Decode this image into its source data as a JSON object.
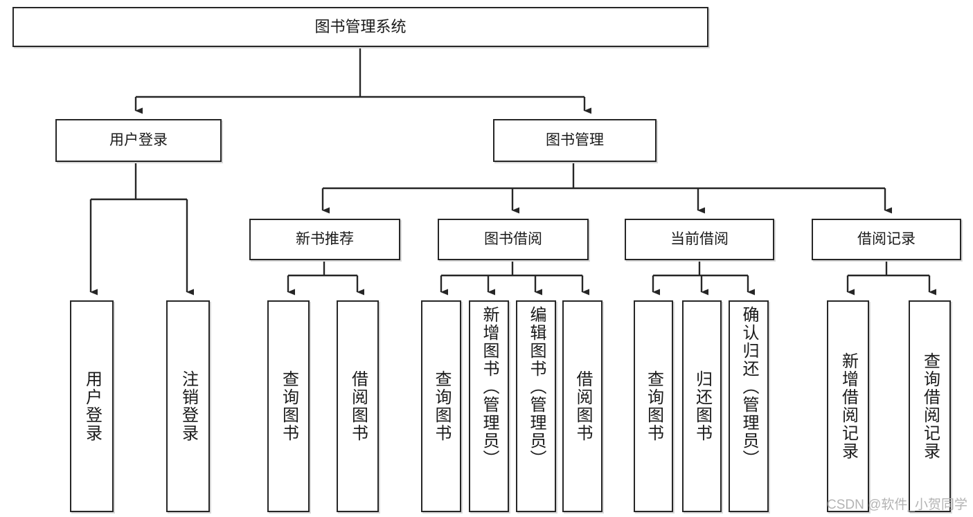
{
  "diagram": {
    "type": "tree-flowchart",
    "title": "图书管理系统",
    "orientation": "top-down",
    "colors": {
      "box_border": "#262626",
      "box_fill": "#ffffff",
      "box_shadow": "#d9d9d9",
      "connector": "#262626",
      "text": "#1a1a1a",
      "watermark": "#b3b3b3"
    },
    "nodes": {
      "root": {
        "label": "图书管理系统"
      },
      "level1": [
        {
          "id": "user-login",
          "label": "用户登录"
        },
        {
          "id": "book-manage",
          "label": "图书管理"
        }
      ],
      "level2": [
        {
          "id": "new-book-recommend",
          "label": "新书推荐"
        },
        {
          "id": "book-borrow",
          "label": "图书借阅"
        },
        {
          "id": "current-borrow",
          "label": "当前借阅"
        },
        {
          "id": "borrow-record",
          "label": "借阅记录"
        }
      ],
      "leaves": {
        "user_login": [
          {
            "id": "leaf-user-login",
            "label": "用户登录"
          },
          {
            "id": "leaf-logout-login",
            "label": "注销登录"
          }
        ],
        "new_book_recommend": [
          {
            "id": "leaf-query-book-1",
            "label": "查询图书"
          },
          {
            "id": "leaf-borrow-book-1",
            "label": "借阅图书"
          }
        ],
        "book_borrow": [
          {
            "id": "leaf-query-book-2",
            "label": "查询图书"
          },
          {
            "id": "leaf-add-book",
            "label": "新增图书（管理员）"
          },
          {
            "id": "leaf-edit-book",
            "label": "编辑图书（管理员）"
          },
          {
            "id": "leaf-borrow-book-2",
            "label": "借阅图书"
          }
        ],
        "current_borrow": [
          {
            "id": "leaf-query-book-3",
            "label": "查询图书"
          },
          {
            "id": "leaf-return-book",
            "label": "归还图书"
          },
          {
            "id": "leaf-confirm-return",
            "label": "确认归还（管理员）"
          }
        ],
        "borrow_record": [
          {
            "id": "leaf-add-record",
            "label": "新增借阅记录"
          },
          {
            "id": "leaf-query-record",
            "label": "查询借阅记录"
          }
        ]
      }
    },
    "watermark": "CSDN @软件_小贺同学"
  }
}
